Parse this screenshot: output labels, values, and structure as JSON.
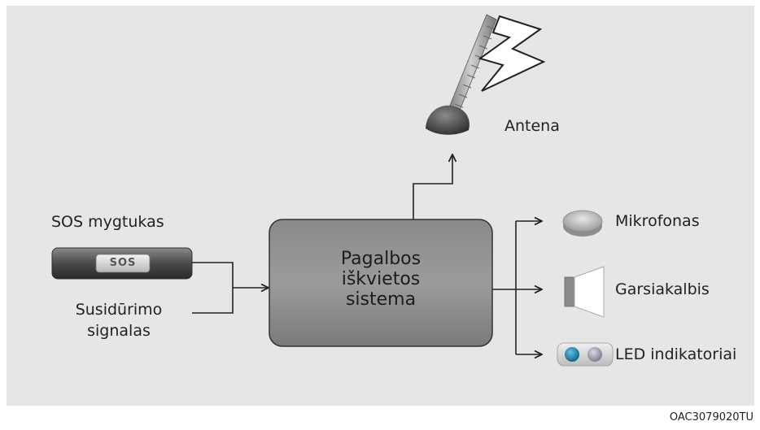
{
  "antenna": {
    "label": "Antena",
    "icon": "antenna-icon"
  },
  "sos": {
    "title": "SOS mygtukas",
    "button_text": "SOS",
    "crash_label": [
      "Susidūrimo",
      "signalas"
    ]
  },
  "system": {
    "lines": [
      "Pagalbos",
      "iškvietos",
      "sistema"
    ]
  },
  "outputs": [
    {
      "label": "Mikrofonas",
      "icon": "microphone-icon"
    },
    {
      "label": "Garsiakalbis",
      "icon": "speaker-icon"
    },
    {
      "label": "LED indikatoriai",
      "icon": "led-indicator-icon"
    }
  ],
  "image_code": "OAC3079020TU",
  "colors": {
    "panel": "#e6e6e6",
    "box": "#8f8f8f",
    "line": "#222222",
    "led_blue": "#1a7fa8",
    "led_grey": "#9a9aa8"
  }
}
